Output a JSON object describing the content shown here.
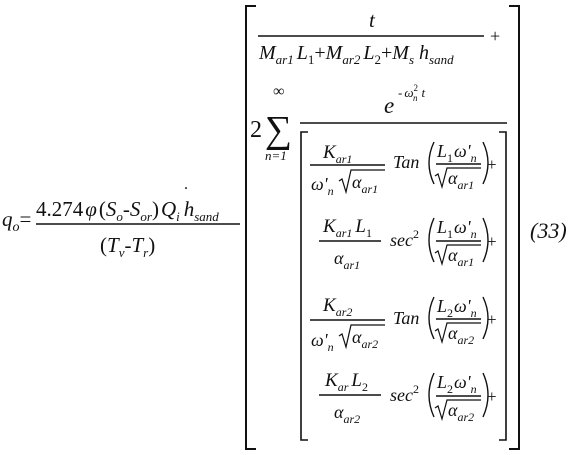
{
  "equation": {
    "number": "(33)",
    "lhs": {
      "sym": "q",
      "sub": "o",
      "eq": "="
    },
    "prefactor": {
      "coef": "4.274",
      "phi": "φ",
      "open": "(",
      "S": "S",
      "sub_o": "o",
      "minus1": "-",
      "sub_or": "or",
      "close": ")",
      "Q": "Q",
      "dot": "˙",
      "sub_i": "i",
      "h": "h",
      "sub_sand": "sand",
      "den_open": "(",
      "T": "T",
      "sub_v": "v",
      "minus2": "-",
      "sub_r": "r",
      "den_close": ")"
    },
    "first_term": {
      "t": "t",
      "M": "M",
      "sub_ar1": "ar1",
      "L1": "L",
      "sub_1": "1",
      "plus1": "+",
      "sub_ar2": "ar2",
      "L2": "L",
      "sub_2": "2",
      "plus2": "+",
      "sub_s": "s",
      "h": "h",
      "sub_sand": "sand",
      "plus_end": "+"
    },
    "sum": {
      "two": "2",
      "sigma": "∑",
      "upper": "∞",
      "lower": "n=1",
      "e": "e",
      "exp_minus": "-",
      "omega": "ω",
      "exp_sq": "2",
      "exp_n": "n",
      "exp_t": "t"
    },
    "rows": [
      {
        "K": "K",
        "K_sub": "ar1",
        "num_L": "",
        "num_L_sub": "",
        "omega": "ω'",
        "omega_sub": "n",
        "alpha": "α",
        "alpha_sub": "ar1",
        "func": "Tan",
        "func_sup": "",
        "arg_L": "L",
        "arg_L_sub": "1",
        "arg_omega": "ω'",
        "arg_omega_sub": "n",
        "arg_alpha": "α",
        "arg_alpha_sub": "ar1",
        "plus": "+"
      },
      {
        "K": "K",
        "K_sub": "ar1",
        "num_L": "L",
        "num_L_sub": "1",
        "omega": "",
        "omega_sub": "",
        "alpha": "α",
        "alpha_sub": "ar1",
        "func": "sec",
        "func_sup": "2",
        "arg_L": "L",
        "arg_L_sub": "1",
        "arg_omega": "ω'",
        "arg_omega_sub": "n",
        "arg_alpha": "α",
        "arg_alpha_sub": "ar1",
        "plus": "+"
      },
      {
        "K": "K",
        "K_sub": "ar2",
        "num_L": "",
        "num_L_sub": "",
        "omega": "ω'",
        "omega_sub": "n",
        "alpha": "α",
        "alpha_sub": "ar2",
        "func": "Tan",
        "func_sup": "",
        "arg_L": "L",
        "arg_L_sub": "2",
        "arg_omega": "ω'",
        "arg_omega_sub": "n",
        "arg_alpha": "α",
        "arg_alpha_sub": "ar2",
        "plus": "+"
      },
      {
        "K": "K",
        "K_sub": "ar",
        "num_L": "L",
        "num_L_sub": "2",
        "omega": "",
        "omega_sub": "",
        "alpha": "α",
        "alpha_sub": "ar2",
        "func": "sec",
        "func_sup": "2",
        "arg_L": "L",
        "arg_L_sub": "2",
        "arg_omega": "ω'",
        "arg_omega_sub": "n",
        "arg_alpha": "α",
        "arg_alpha_sub": "ar2",
        "plus": "+"
      }
    ]
  }
}
